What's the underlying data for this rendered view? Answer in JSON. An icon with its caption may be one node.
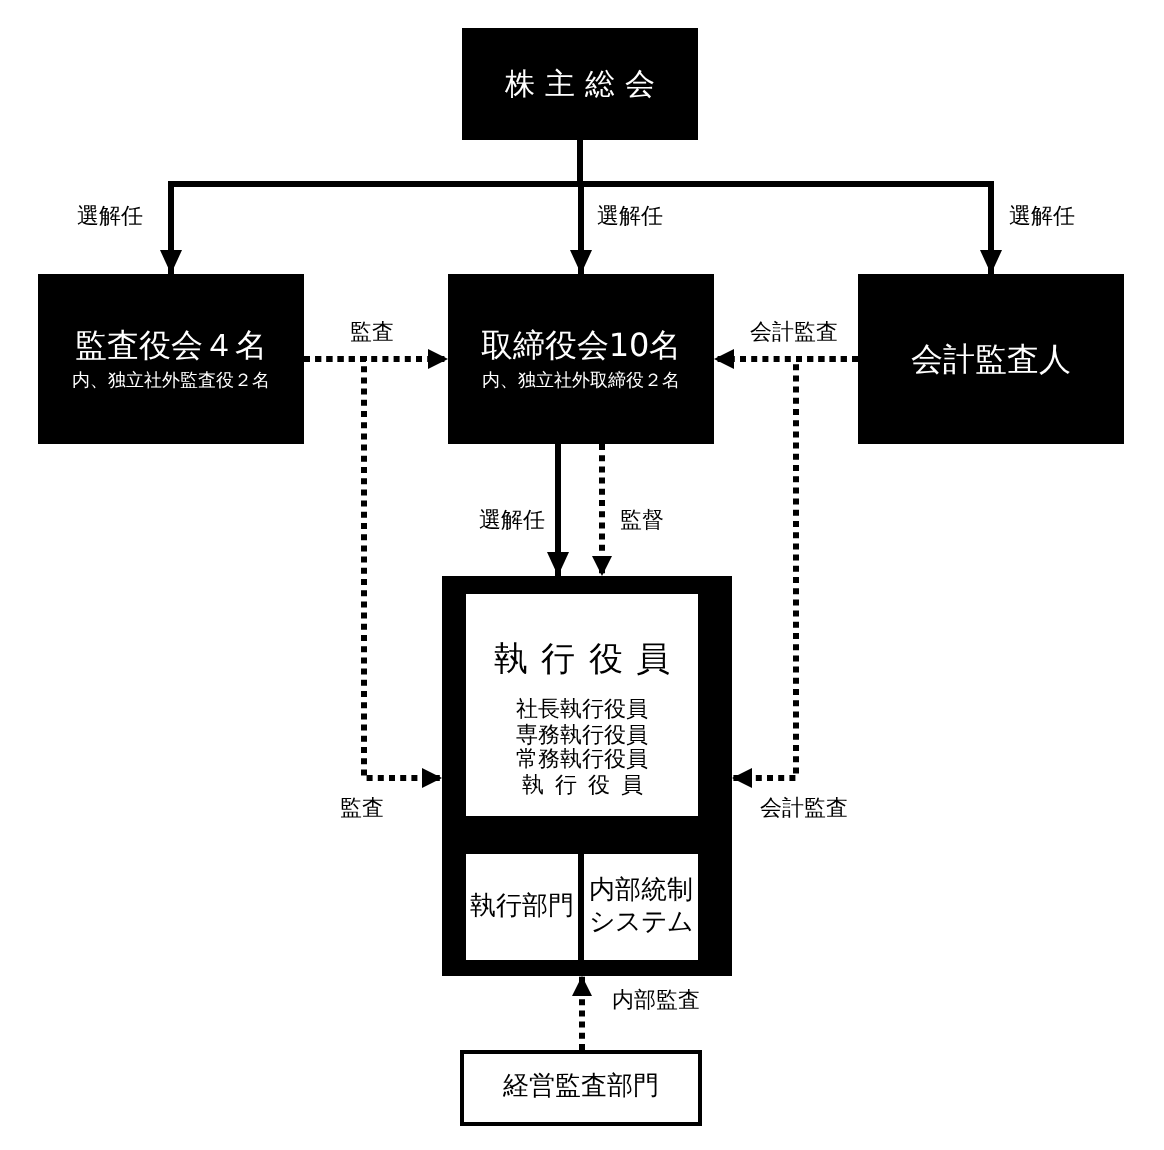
{
  "diagram": {
    "nodes": [
      {
        "text": [
          "株主総会"
        ]
      },
      {
        "text": [
          "監査役会４名",
          "内、独立社外監査役２名"
        ]
      },
      {
        "text": [
          "取締役会10名",
          "内、独立社外取締役２名"
        ]
      },
      {
        "text": [
          "会計監査人"
        ]
      },
      {
        "text": [],
        "shape": "box"
      },
      {
        "text": [
          "執行役員",
          "社長執行役員",
          "専務執行役員",
          "常務執行役員",
          "執行役員"
        ],
        "in": 4
      },
      {
        "text": [
          "執行部門"
        ],
        "in": 4
      },
      {
        "text": [
          "内部統制システム"
        ],
        "in": 4
      },
      {
        "text": [
          "経営監査部門"
        ]
      }
    ],
    "edges": [
      {
        "from": 0,
        "to": 1,
        "arrow": "to",
        "label": "選解任"
      },
      {
        "from": 0,
        "to": 2,
        "arrow": "to",
        "label": "選解任"
      },
      {
        "from": 0,
        "to": 3,
        "arrow": "to",
        "label": "選解任"
      },
      {
        "from": 1,
        "to": 2,
        "arrow": "to",
        "label": "監査",
        "style": "dashed"
      },
      {
        "from": 3,
        "to": 2,
        "arrow": "to",
        "label": "会計監査",
        "style": "dashed"
      },
      {
        "from": 1,
        "to": 4,
        "arrow": "to",
        "label": "監査",
        "style": "dashed"
      },
      {
        "from": 3,
        "to": 4,
        "arrow": "to",
        "label": "会計監査",
        "style": "dashed"
      },
      {
        "from": 2,
        "to": 4,
        "arrow": "to",
        "label": "選解任"
      },
      {
        "from": 2,
        "to": 4,
        "arrow": "to",
        "label": "監督",
        "style": "dashed"
      },
      {
        "from": 8,
        "to": 4,
        "arrow": "to",
        "label": "内部監査",
        "style": "dashed"
      }
    ]
  }
}
